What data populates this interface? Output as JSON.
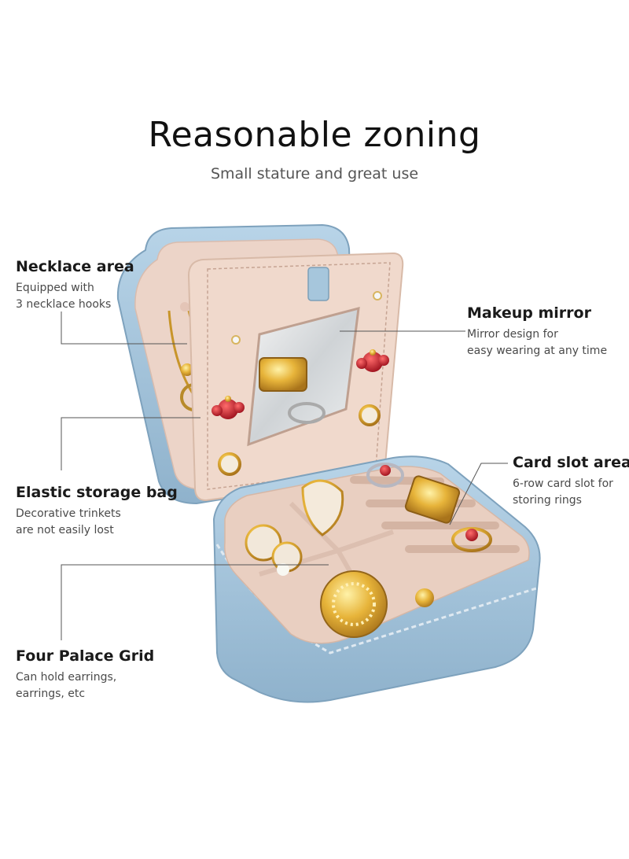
{
  "title": "Reasonable zoning",
  "subtitle": "Small stature and great use",
  "callouts": {
    "necklace": {
      "heading": "Necklace area",
      "line1": "Equipped with",
      "line2": "3 necklace hooks"
    },
    "mirror": {
      "heading": "Makeup mirror",
      "line1": "Mirror design for",
      "line2": "easy wearing at any time"
    },
    "card": {
      "heading": "Card slot area",
      "line1": "6-row card slot for",
      "line2": "storing rings"
    },
    "elastic": {
      "heading": "Elastic storage bag",
      "line1": "Decorative trinkets",
      "line2": "are not easily lost"
    },
    "grid": {
      "heading": "Four Palace Grid",
      "line1": "Can hold earrings,",
      "line2": "earrings, etc"
    }
  },
  "colors": {
    "case_blue": "#a9c8df",
    "velvet": "#ecd4c8",
    "line": "#555555"
  }
}
